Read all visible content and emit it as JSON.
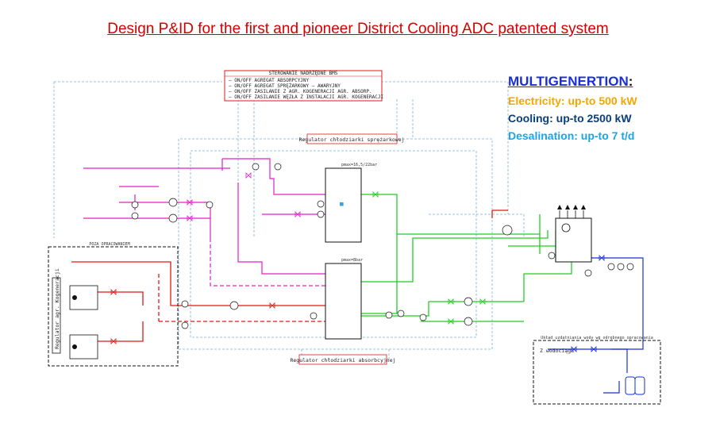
{
  "title": "Design P&ID for the first and pioneer District Cooling ADC patented system",
  "multigeneration": {
    "heading": "MULTIGENERTION",
    "colon": ":",
    "lines": [
      {
        "text": "Electricity: up-to 500 kW",
        "color": "#f0a800"
      },
      {
        "text": "Cooling: up-to 2500 kW",
        "color": "#0a3f7a"
      },
      {
        "text": "Desalination: up-to 7 t/d",
        "color": "#1aa5e6"
      }
    ]
  },
  "bms": {
    "header": "STEROWANIE NADRZĘDNE BMS",
    "items": [
      "— ON/OFF AGREGAT ABSORPCYJNY",
      "— ON/OFF AGREGAT SPRĘŻARKOWY — AWARYJNY",
      "— ON/OFF ZASILANIE Z AGR. KOGENERACJI AGR. ABSORP.",
      "— ON/OFF ZASILANIE WĘZŁA Z INSTALACJI AGR. KOGENERACJI"
    ]
  },
  "labels": {
    "regulator_compressor": "Regulator chłodziarki sprężarkowej",
    "regulator_absorption": "Regulator chłodziarki absorbcyjnej",
    "pmax_upper": "pmax=16,5/22bar",
    "pmax_lower": "pmax=8bar",
    "outside_scope": "POZA OPRACOWANIEM",
    "cogen_regulator": "Regulator agr. Kogeneracji",
    "water_supply": "Z wodociągu",
    "water_treatment": "Układ uzdatniania wody wg odrębnego opracowania"
  },
  "colors": {
    "pink": "#e020c8",
    "red": "#e01818",
    "green": "#22cc22",
    "blue": "#1a2fd6",
    "dashed": "#7aaed0",
    "title_red": "#d40000"
  }
}
